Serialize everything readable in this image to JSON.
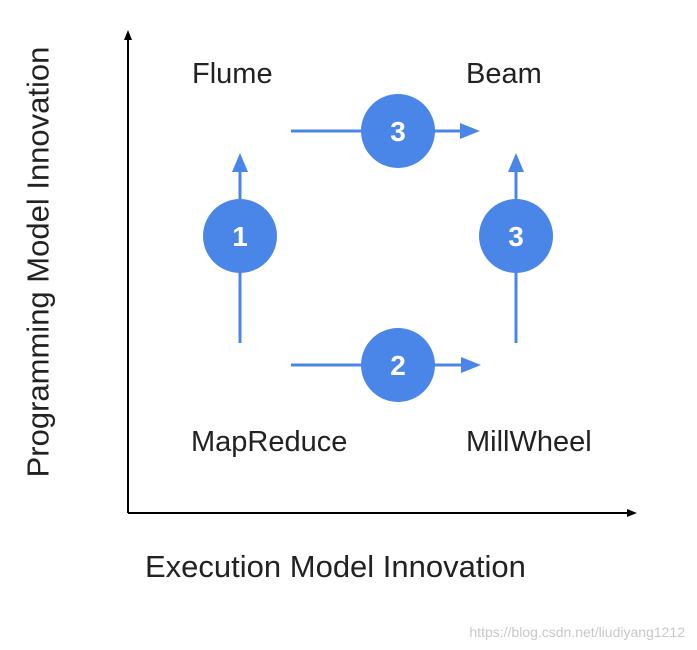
{
  "nodes": {
    "flume": "Flume",
    "beam": "Beam",
    "mapreduce": "MapReduce",
    "millwheel": "MillWheel"
  },
  "axes": {
    "x_label": "Execution Model Innovation",
    "y_label": "Programming Model Innovation"
  },
  "steps": {
    "mapreduce_to_flume": "1",
    "mapreduce_to_millwheel": "2",
    "flume_to_beam": "3",
    "millwheel_to_beam": "3"
  },
  "watermark": "https://blog.csdn.net/liudiyang1212",
  "colors": {
    "accent": "#4a86e8",
    "axis": "#000000",
    "text": "#222222"
  }
}
